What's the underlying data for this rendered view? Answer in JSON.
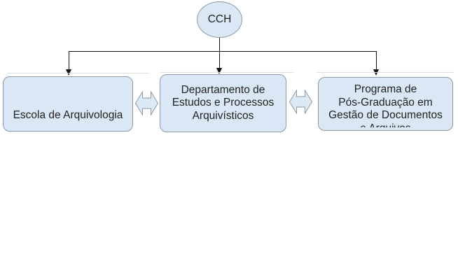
{
  "diagram": {
    "type": "org-chart",
    "root": {
      "label": "CCH"
    },
    "nodes": [
      {
        "name": "escola-de-arquivologia",
        "lines": [
          "Escola de Arquivologia"
        ]
      },
      {
        "name": "departamento-estudos-processos-arquivisticos",
        "lines": [
          "Departamento de",
          "Estudos e Processos",
          "Arquivísticos"
        ]
      },
      {
        "name": "programa-pos-graduacao-gestao-documentos",
        "lines": [
          "Programa de",
          "Pós-Graduação em",
          "Gestão de Documentos"
        ],
        "clipped_line": "e Arquivos",
        "last_line_clipped": true
      }
    ],
    "connections": [
      {
        "from": "CCH",
        "to": "Escola de Arquivologia",
        "style": "down-arrow"
      },
      {
        "from": "CCH",
        "to": "Departamento de Estudos e Processos Arquivísticos",
        "style": "down-arrow"
      },
      {
        "from": "CCH",
        "to": "Programa de Pós-Graduação em Gestão de Documentos",
        "style": "down-arrow"
      },
      {
        "between": [
          "Escola de Arquivologia",
          "Departamento de Estudos e Processos Arquivísticos"
        ],
        "style": "double-arrow"
      },
      {
        "between": [
          "Departamento de Estudos e Processos Arquivísticos",
          "Programa de Pós-Graduação em Gestão de Documentos"
        ],
        "style": "double-arrow"
      }
    ]
  },
  "colors": {
    "background": "#ffffff",
    "shape_fill": "#d9e8f4",
    "shape_border": "#8d99a3",
    "arrow_fill": "#dceaf6",
    "connector": "#111111",
    "text": "#222222",
    "faint_line": "#d9dee3"
  }
}
